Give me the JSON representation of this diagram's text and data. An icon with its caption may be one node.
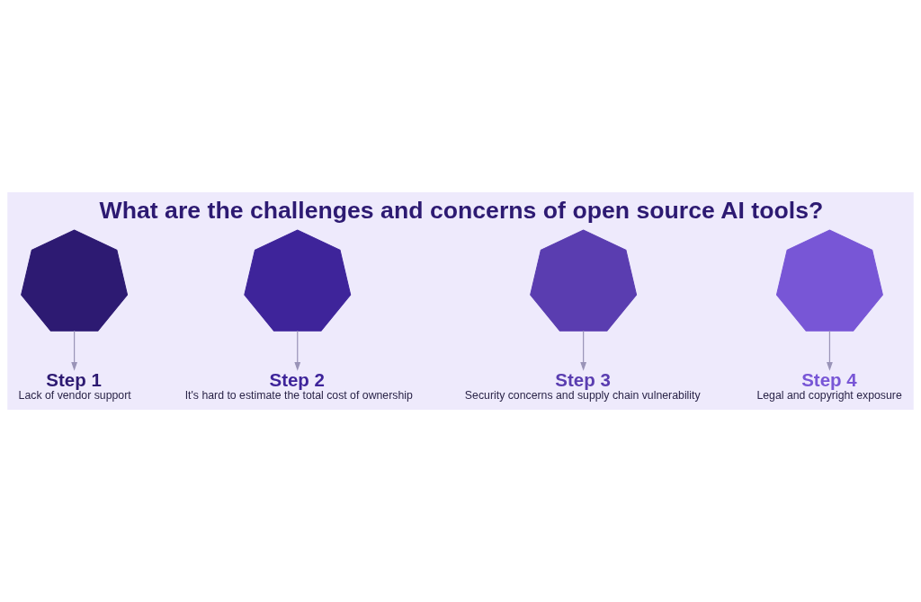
{
  "diagram": {
    "title": "What are the challenges and concerns of open source AI tools?",
    "nodes": [
      {
        "text": [
          "Step 1",
          "Lack of vendor support"
        ]
      },
      {
        "text": [],
        "shape": "gear"
      },
      {
        "text": [
          "Step 3",
          "Security concerns and supply chain vulnerability"
        ]
      },
      {
        "text": [],
        "shape": "gear"
      },
      {
        "text": [
          "Step 4",
          "Legal and copyright exposure"
        ]
      },
      {
        "text": [],
        "shape": "gear"
      },
      {
        "text": [
          "Step 2",
          "It's hard to estimate the total cost of ownership"
        ]
      },
      {
        "text": [],
        "shape": "gear"
      }
    ],
    "edges": [
      {
        "from": 1,
        "to": 0,
        "arrow": "to"
      },
      {
        "from": 5,
        "to": 2,
        "arrow": "to"
      },
      {
        "from": 3,
        "to": 6,
        "arrow": "to"
      },
      {
        "from": 7,
        "to": 4,
        "arrow": "to"
      }
    ]
  }
}
